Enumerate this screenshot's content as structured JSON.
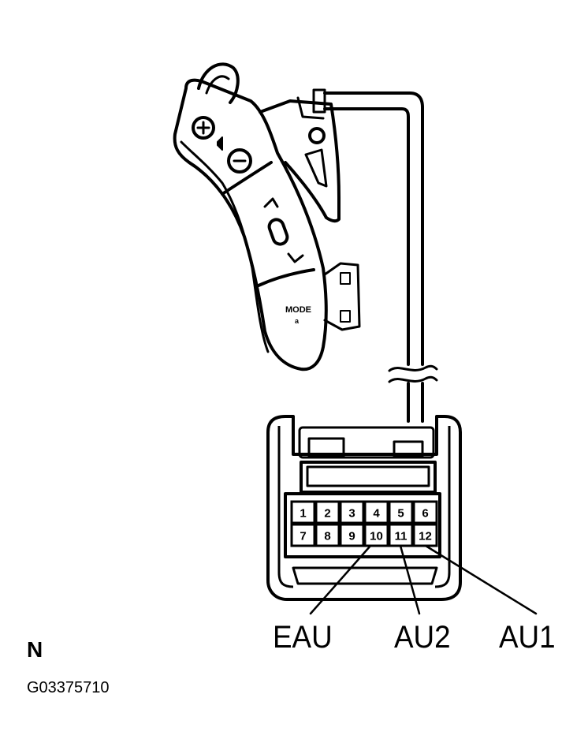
{
  "switch": {
    "mode_label": "MODE",
    "mode_sub": "a"
  },
  "connector": {
    "pins_row1": [
      "1",
      "2",
      "3",
      "4",
      "5",
      "6"
    ],
    "pins_row2": [
      "7",
      "8",
      "9",
      "10",
      "11",
      "12"
    ]
  },
  "callouts": {
    "eau": "EAU",
    "au2": "AU2",
    "au1": "AU1"
  },
  "figure": {
    "letter": "N",
    "code": "G03375710"
  }
}
